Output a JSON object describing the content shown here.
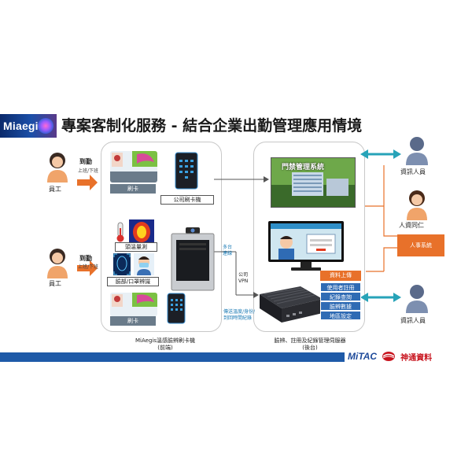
{
  "header": {
    "logo_text": "Miaegis",
    "title": "專案客制化服務 - 結合企業出勤管理應用情境"
  },
  "left_actors": [
    {
      "label": "員工",
      "action": "到勤",
      "sub": "上班/下班"
    },
    {
      "label": "員工",
      "action": "到勤",
      "sub": "上班/下班"
    }
  ],
  "front_device": {
    "card1": "刷卡",
    "card_reader_label": "公司刷卡機",
    "temp_label": "頭溫量測",
    "face_label": "臉部/口罩辨識",
    "card2": "刷卡",
    "caption_line1": "MiAegis溫感臉辨刷卡機",
    "caption_line2": "(前端)",
    "multi_link": "多台\n連線",
    "vpn": "公司\nVPN",
    "sync_text": "傳送溫度/身份/\n到回時間紀錄"
  },
  "backend": {
    "screen_title": "門禁管理系統",
    "menu_head": "資料上傳",
    "menu_items": [
      "使用者註冊",
      "紀錄查詢",
      "臉辨數據",
      "地區設定"
    ],
    "caption_line1": "臉辨、註冊及紀錄管理伺服器",
    "caption_line2": "(後台)"
  },
  "right_side": {
    "it_top": "資訊人員",
    "hr_staff": "人資同仁",
    "hr_system": "人事系統",
    "it_bottom": "資訊人員"
  },
  "footer": {
    "brand1": "MiTAC",
    "brand2": "神通資料"
  },
  "colors": {
    "brand_blue": "#1e5aa8",
    "accent_orange": "#e8712a",
    "menu_blue": "#2f6bb4",
    "teal_arrow": "#27a3b8"
  }
}
